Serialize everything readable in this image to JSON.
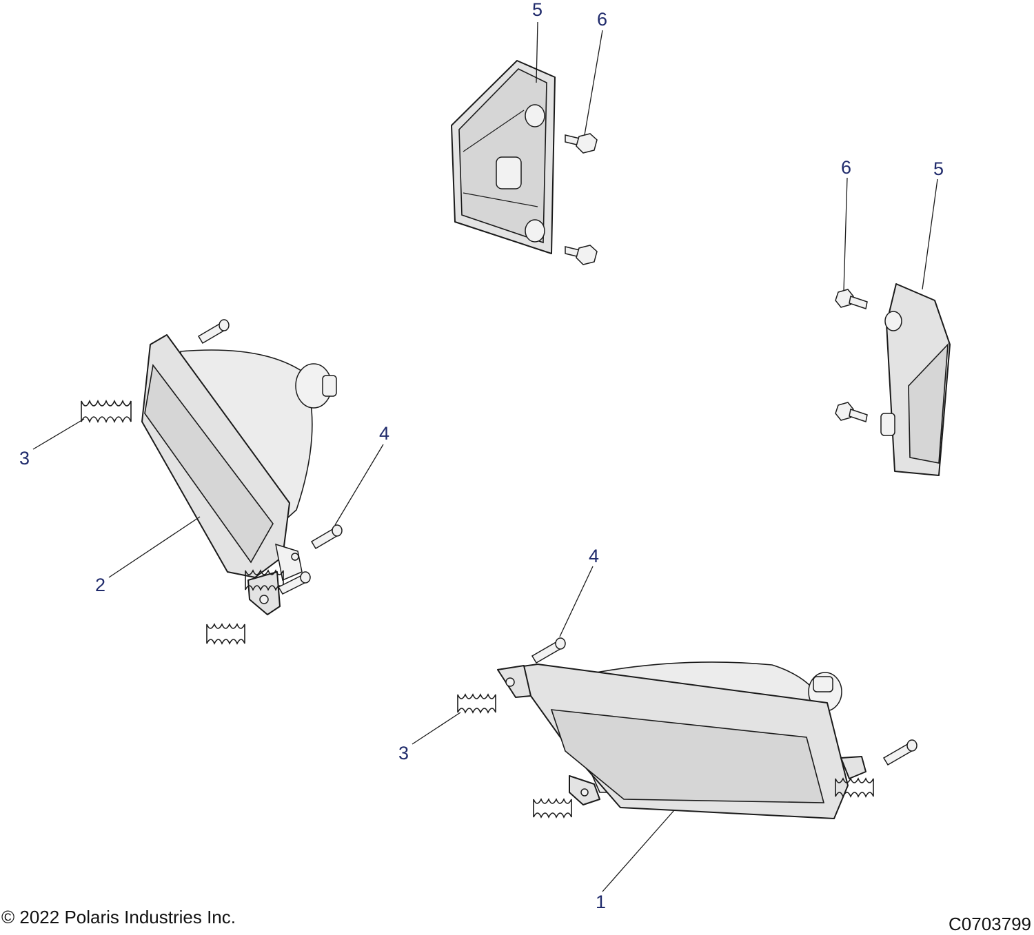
{
  "callouts": {
    "c1": "1",
    "c2": "2",
    "c3a": "3",
    "c3b": "3",
    "c4a": "4",
    "c4b": "4",
    "c5a": "5",
    "c5b": "5",
    "c6a": "6",
    "c6b": "6"
  },
  "parts": {
    "1": "headlight-assembly-right",
    "2": "headlight-assembly-left",
    "3": "adjuster-spring",
    "4": "adjuster-screw",
    "5": "marker-light-housing",
    "6": "flange-screw"
  },
  "footer": {
    "copyright": "© 2022 Polaris Industries Inc.",
    "figure_id": "C0703799"
  },
  "colors": {
    "callout_text": "#1f2a6b",
    "line_art": "#1a1a1a",
    "part_fill": "#e3e3e3"
  }
}
